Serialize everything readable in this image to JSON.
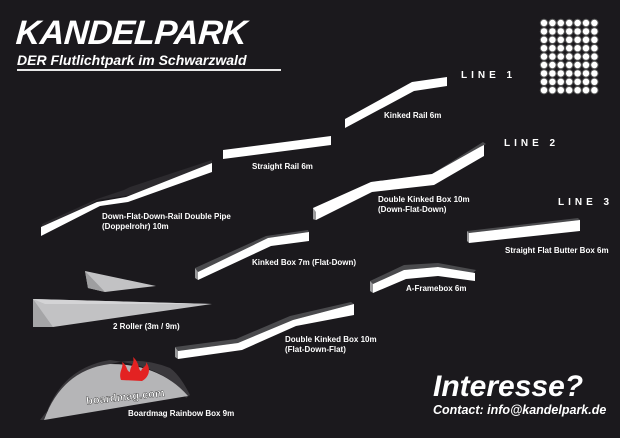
{
  "header": {
    "title": "KANDELPARK",
    "subtitle": "DER Flutlichtpark im Schwarzwald"
  },
  "floodlight": {
    "icon": "floodlight-grid-icon",
    "rows": 9,
    "cols": 7
  },
  "lines": [
    {
      "label": "LINE 1"
    },
    {
      "label": "LINE 2"
    },
    {
      "label": "LINE 3"
    }
  ],
  "obstacles": {
    "kinked_rail": "Kinked Rail 6m",
    "straight_rail": "Straight Rail 6m",
    "down_flat_down_rail_1": "Down-Flat-Down-Rail Double Pipe",
    "down_flat_down_rail_2": "(Doppelrohr) 10m",
    "double_kinked_box_dfd_1": "Double Kinked Box 10m",
    "double_kinked_box_dfd_2": "(Down-Flat-Down)",
    "straight_flat_butter_box": "Straight Flat Butter Box 6m",
    "kinked_box": "Kinked Box 7m (Flat-Down)",
    "a_framebox": "A-Framebox 6m",
    "roller": "2 Roller (3m / 9m)",
    "double_kinked_box_fdf_1": "Double Kinked Box 10m",
    "double_kinked_box_fdf_2": "(Flat-Down-Flat)",
    "rainbow_box": "Boardmag Rainbow Box 9m",
    "rainbow_logo": "boardmag.com"
  },
  "footer": {
    "cta": "Interesse?",
    "contact": "Contact: info@kandelpark.de"
  },
  "colors": {
    "background": "#1b191d",
    "obstacle": "#ffffff",
    "obstacle_top": "#4a4a4d",
    "roller": "#b9b9bb",
    "logo_flame": "#e32222"
  }
}
